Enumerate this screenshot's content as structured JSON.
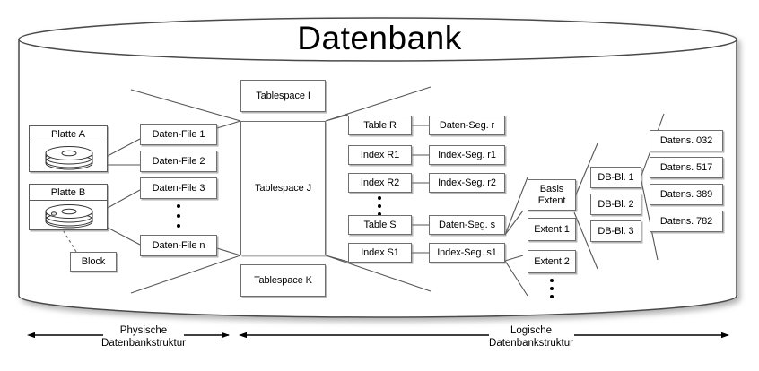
{
  "title": "Datenbank",
  "physical": {
    "disks": [
      {
        "label": "Platte A",
        "icon": "disk-platter-icon"
      },
      {
        "label": "Platte B",
        "icon": "disk-platter-icon"
      }
    ],
    "block": "Block",
    "datafiles": [
      "Daten-File 1",
      "Daten-File 2",
      "Daten-File 3",
      "Daten-File n"
    ],
    "datafiles_ellipsis": "vertical-dots"
  },
  "tablespaces": [
    "Tablespace I",
    "Tablespace J",
    "Tablespace K"
  ],
  "objects": [
    {
      "name": "Table R",
      "segment": "Daten-Seg. r"
    },
    {
      "name": "Index R1",
      "segment": "Index-Seg. r1"
    },
    {
      "name": "Index R2",
      "segment": "Index-Seg. r2"
    },
    {
      "name": "Table S",
      "segment": "Daten-Seg. s"
    },
    {
      "name": "Index S1",
      "segment": "Index-Seg. s1"
    }
  ],
  "extents": [
    "Basis\nExtent",
    "Extent 1",
    "Extent 2"
  ],
  "blocks": [
    "DB-Bl. 1",
    "DB-Bl. 2",
    "DB-Bl. 3"
  ],
  "records": [
    "Datens. 032",
    "Datens. 517",
    "Datens. 389",
    "Datens. 782"
  ],
  "axes": {
    "physical": "Physische\nDatenbankstruktur",
    "logical": "Logische\nDatenbankstruktur"
  },
  "colors": {
    "stroke": "#6f6f6f",
    "text": "#000000",
    "background": "#ffffff",
    "cylinder_stroke": "#4a4a4a"
  }
}
